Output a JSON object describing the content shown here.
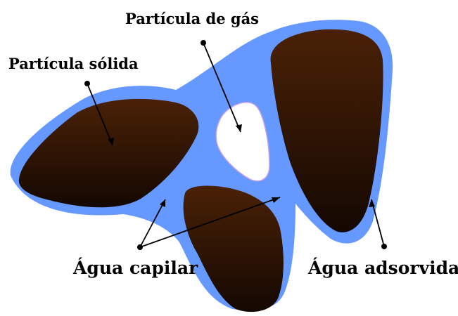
{
  "labels": {
    "solid_particle": "Partícula sólida",
    "gas_particle": "Partícula de gás",
    "capillary_water": "Água capilar",
    "adsorbed_water": "Água adsorvida"
  },
  "colors": {
    "water": "#6699FF",
    "particle_top": "#4A2106",
    "particle_bottom": "#140802",
    "gas_fill": "#FFFFFF",
    "gas_outline": "#C9A2E8",
    "line": "#000000"
  }
}
